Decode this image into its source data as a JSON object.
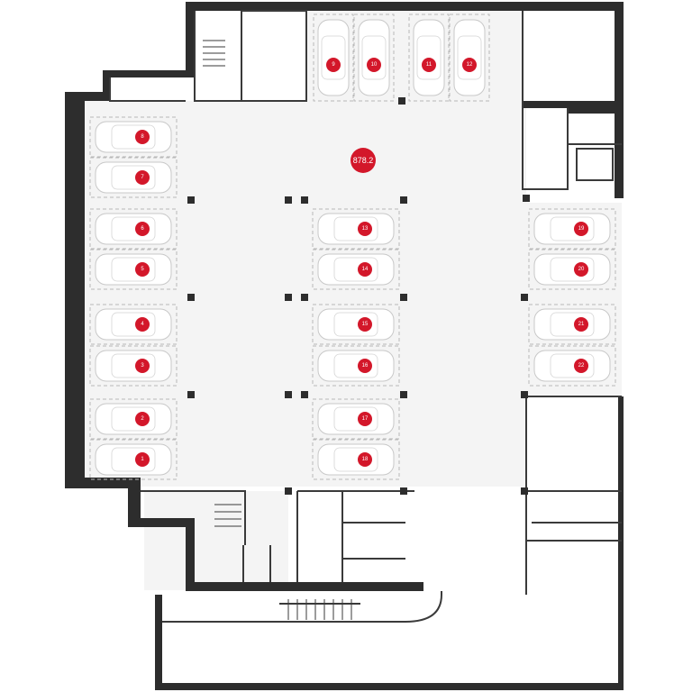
{
  "plan": {
    "area_label": "878.2",
    "accent_color": "#d3172a",
    "spots": [
      "1",
      "2",
      "3",
      "4",
      "5",
      "6",
      "7",
      "8",
      "9",
      "10",
      "11",
      "12",
      "13",
      "14",
      "15",
      "16",
      "17",
      "18",
      "19",
      "20",
      "21",
      "22"
    ]
  }
}
